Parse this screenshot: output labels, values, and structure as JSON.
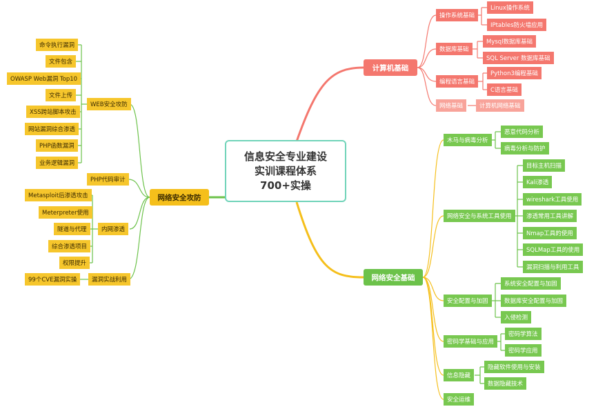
{
  "center": {
    "line1": "信息安全专业建设",
    "line2": "实训课程体系",
    "line3": "700+实操"
  },
  "computer": {
    "label": "计算机基础",
    "os": {
      "label": "操作系统基础",
      "items": [
        "Linux操作系统",
        "IPtables防火墙应用"
      ]
    },
    "db": {
      "label": "数据库基础",
      "items": [
        "Mysql数据库基础",
        "SQL Server 数据库基础"
      ]
    },
    "lang": {
      "label": "编程语言基础",
      "items": [
        "Python3编程基础",
        "C语言基础"
      ]
    },
    "net": {
      "label": "网络基础",
      "items": [
        "计算机网络基础"
      ]
    }
  },
  "netsec": {
    "label": "网络安全基础",
    "trojan": {
      "label": "木马与病毒分析",
      "items": [
        "恶意代码分析",
        "病毒分析与防护"
      ]
    },
    "tools": {
      "label": "网络安全与系统工具使用",
      "items": [
        "目标主机扫描",
        "Kali渗透",
        "wireshark工具使用",
        "渗透常用工具讲解",
        "Nmap工具的使用",
        "SQLMap工具的使用",
        "漏洞扫描与利用工具"
      ]
    },
    "config": {
      "label": "安全配置与加固",
      "items": [
        "系统安全配置与加固",
        "数据库安全配置与加固",
        "入侵检测"
      ]
    },
    "crypto": {
      "label": "密码学基础与应用",
      "items": [
        "密码学算法",
        "密码学应用"
      ]
    },
    "hide": {
      "label": "信息隐藏",
      "items": [
        "隐藏软件使用与安装",
        "数据隐藏技术"
      ]
    },
    "ops": {
      "label": "安全运维"
    }
  },
  "attack": {
    "label": "网络安全攻防",
    "web": {
      "label": "WEB安全攻防",
      "items": [
        "命令执行漏洞",
        "文件包含",
        "OWASP Web漏洞 Top10",
        "文件上传",
        "XSS跨站脚本攻击",
        "网站漏洞综合渗透",
        "PHP函数漏洞",
        "业务逻辑漏洞"
      ]
    },
    "php": {
      "label": "PHP代码审计"
    },
    "intranet": {
      "label": "内网渗透",
      "items": [
        "Metasploit后渗透攻击",
        "Meterpreter使用",
        "隧道与代理",
        "综合渗透项目",
        "权限提升"
      ]
    },
    "vuln": {
      "label": "漏洞实战利用",
      "items": [
        "99个CVE漏洞实操"
      ]
    }
  },
  "colors": {
    "red": "#f4776e",
    "green": "#6cc24a",
    "yellow": "#f5bf1b",
    "center_border": "#6fd3b8"
  }
}
